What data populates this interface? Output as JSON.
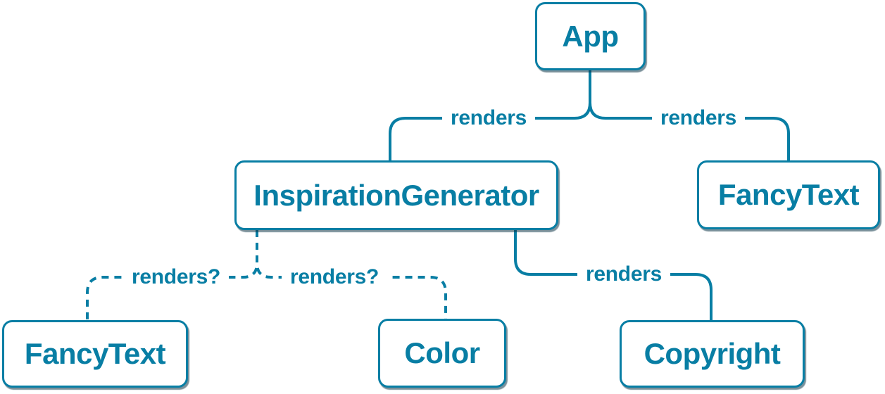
{
  "theme": {
    "accent": "#087ea4",
    "background": "#ffffff",
    "node-fill": "#ffffff",
    "shadow": "rgba(12, 53, 71, 0.55)"
  },
  "diagram": {
    "type": "component-tree",
    "nodes": [
      {
        "id": "app",
        "label": "App"
      },
      {
        "id": "inspiration-generator",
        "label": "InspirationGenerator"
      },
      {
        "id": "fancy-text-top",
        "label": "FancyText"
      },
      {
        "id": "fancy-text-bottom",
        "label": "FancyText"
      },
      {
        "id": "color",
        "label": "Color"
      },
      {
        "id": "copyright",
        "label": "Copyright"
      }
    ],
    "edges": [
      {
        "from": "App",
        "to": "InspirationGenerator",
        "label": "renders",
        "style": "solid"
      },
      {
        "from": "App",
        "to": "FancyText",
        "label": "renders",
        "style": "solid"
      },
      {
        "from": "InspirationGenerator",
        "to": "FancyText",
        "label": "renders?",
        "style": "dashed"
      },
      {
        "from": "InspirationGenerator",
        "to": "Color",
        "label": "renders?",
        "style": "dashed"
      },
      {
        "from": "InspirationGenerator",
        "to": "Copyright",
        "label": "renders",
        "style": "solid"
      }
    ]
  }
}
